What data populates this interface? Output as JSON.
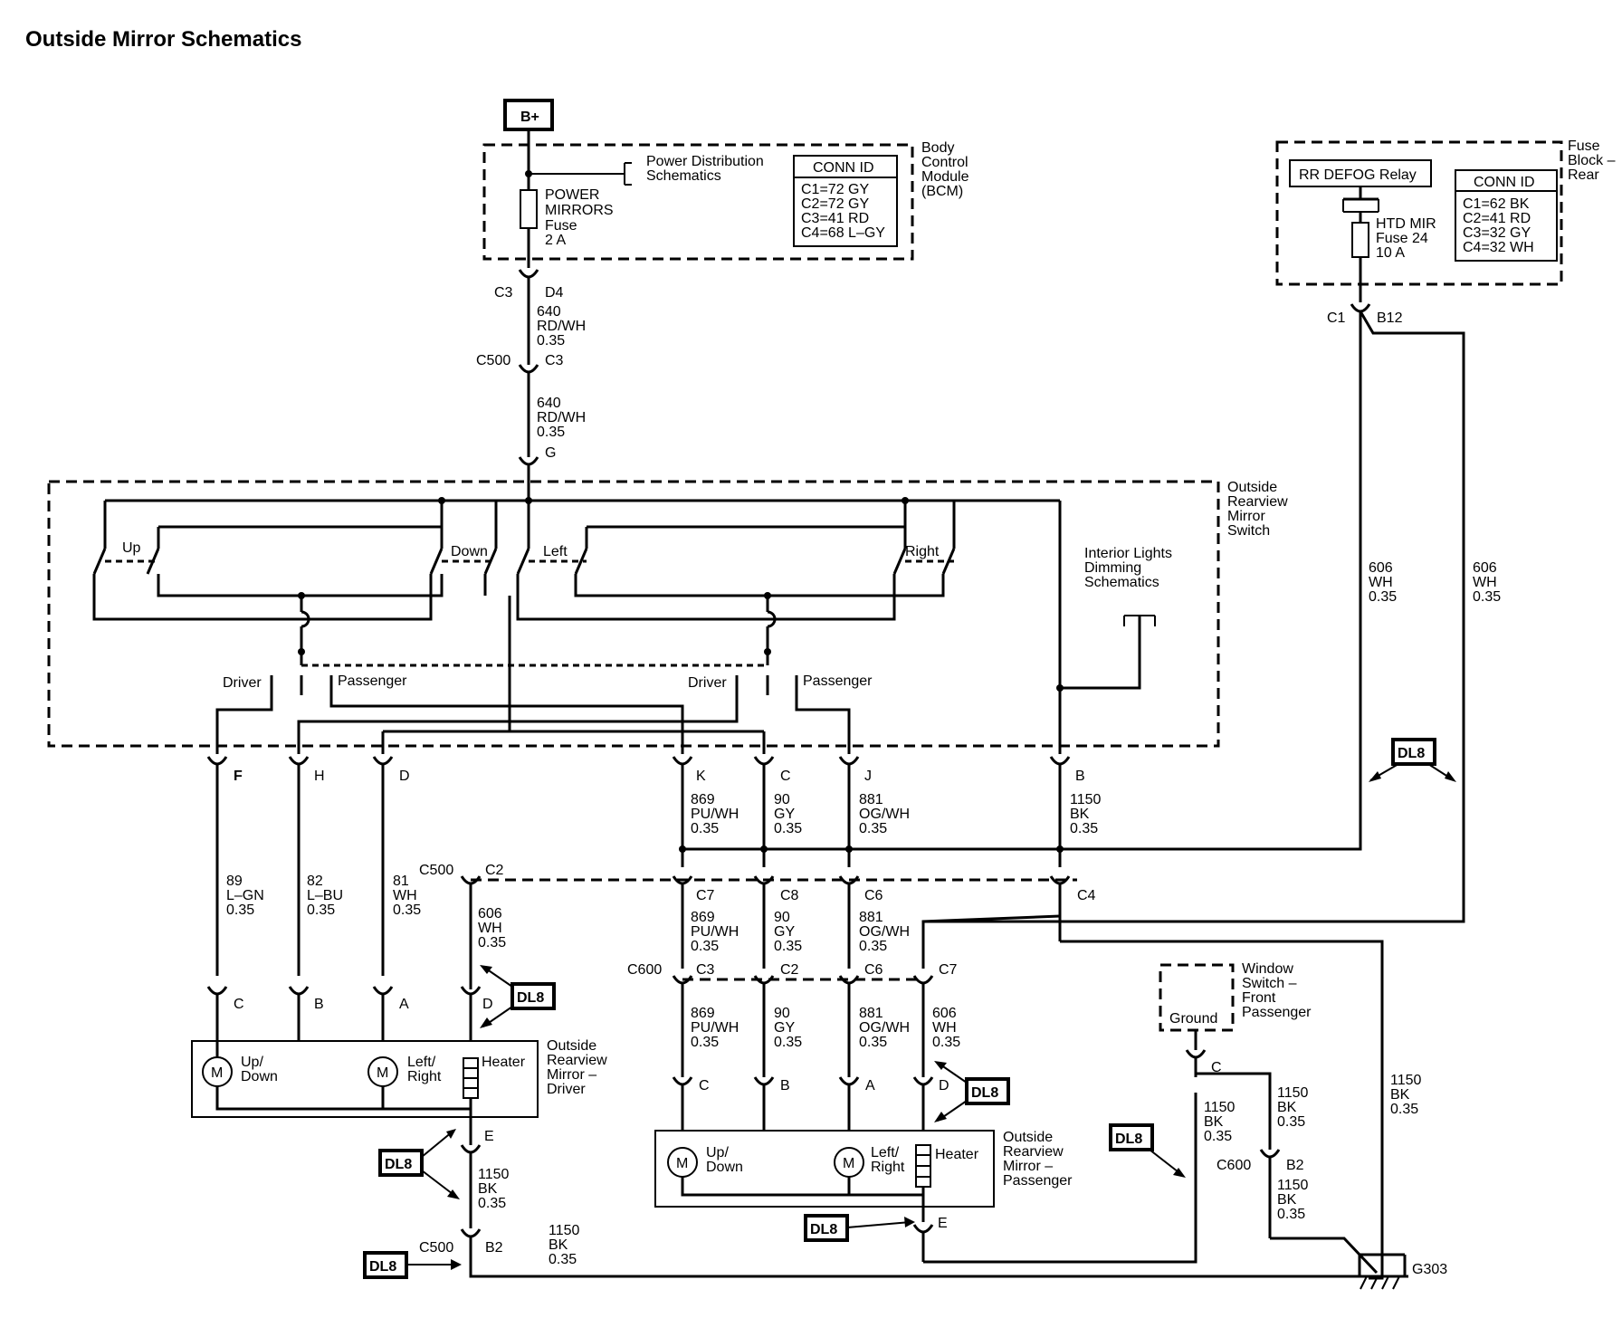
{
  "title": "Outside Mirror Schematics",
  "power": {
    "label": "B+"
  },
  "bcm": {
    "pds_label": [
      "Power Distribution",
      "Schematics"
    ],
    "fuse_label": [
      "POWER",
      "MIRRORS",
      "Fuse",
      "2 A"
    ],
    "conn_id_title": "CONN ID",
    "conn_ids": [
      "C1=72 GY",
      "C2=72 GY",
      "C3=41 RD",
      "C4=68 L–GY"
    ],
    "module_label": [
      "Body",
      "Control",
      "Module",
      "(BCM)"
    ]
  },
  "fuse_block": {
    "relay_label": "RR DEFOG Relay",
    "fuse_label": [
      "HTD MIR",
      "Fuse 24",
      "10 A"
    ],
    "conn_id_title": "CONN ID",
    "conn_ids": [
      "C1=62 BK",
      "C2=41 RD",
      "C3=32 GY",
      "C4=32 WH"
    ],
    "block_label": [
      "Fuse",
      "Block –",
      "Rear"
    ]
  },
  "connectors": {
    "c3": "C3",
    "d4": "D4",
    "c500": "C500",
    "c3b": "C3",
    "g": "G",
    "c1": "C1",
    "b12": "B12",
    "f": "F",
    "h": "H",
    "d": "D",
    "k": "K",
    "c": "C",
    "j": "J",
    "b": "B",
    "c500b": "C500",
    "c2": "C2",
    "c7": "C7",
    "c8": "C8",
    "c6": "C6",
    "c4": "C4",
    "c600": "C600",
    "c3c": "C3",
    "c2b": "C2",
    "c6b": "C6",
    "c7b": "C7",
    "drv_c": "C",
    "drv_b": "B",
    "drv_a": "A",
    "drv_d": "D",
    "drv_e": "E",
    "c500c": "C500",
    "b2": "B2",
    "pas_c": "C",
    "pas_b": "B",
    "pas_a": "A",
    "pas_d": "D",
    "pas_e": "E",
    "ws_c": "C",
    "c600b": "C600",
    "b2b": "B2",
    "ground": "G303"
  },
  "wires": {
    "w640a": [
      "640",
      "RD/WH",
      "0.35"
    ],
    "w640b": [
      "640",
      "RD/WH",
      "0.35"
    ],
    "w606r1": [
      "606",
      "WH",
      "0.35"
    ],
    "w606r2": [
      "606",
      "WH",
      "0.35"
    ],
    "w869a": [
      "869",
      "PU/WH",
      "0.35"
    ],
    "w90a": [
      "90",
      "GY",
      "0.35"
    ],
    "w881a": [
      "881",
      "OG/WH",
      "0.35"
    ],
    "w1150a": [
      "1150",
      "BK",
      "0.35"
    ],
    "w89": [
      "89",
      "L–GN",
      "0.35"
    ],
    "w82": [
      "82",
      "L–BU",
      "0.35"
    ],
    "w81": [
      "81",
      "WH",
      "0.35"
    ],
    "w606d": [
      "606",
      "WH",
      "0.35"
    ],
    "w869b": [
      "869",
      "PU/WH",
      "0.35"
    ],
    "w90b": [
      "90",
      "GY",
      "0.35"
    ],
    "w881b": [
      "881",
      "OG/WH",
      "0.35"
    ],
    "w869c": [
      "869",
      "PU/WH",
      "0.35"
    ],
    "w90c": [
      "90",
      "GY",
      "0.35"
    ],
    "w881c": [
      "881",
      "OG/WH",
      "0.35"
    ],
    "w606p": [
      "606",
      "WH",
      "0.35"
    ],
    "w1150d": [
      "1150",
      "BK",
      "0.35"
    ],
    "w1150b2": [
      "1150",
      "BK",
      "0.35"
    ],
    "w1150ws": [
      "1150",
      "BK",
      "0.35"
    ],
    "w1150ws2": [
      "1150",
      "BK",
      "0.35"
    ],
    "w1150ws3": [
      "1150",
      "BK",
      "0.35"
    ],
    "w1150r": [
      "1150",
      "BK",
      "0.35"
    ]
  },
  "switch": {
    "label": [
      "Outside",
      "Rearview",
      "Mirror",
      "Switch"
    ],
    "up": "Up",
    "down": "Down",
    "left": "Left",
    "right": "Right",
    "driver": "Driver",
    "passenger": "Passenger",
    "driver2": "Driver",
    "passenger2": "Passenger",
    "ild_label": [
      "Interior Lights",
      "Dimming",
      "Schematics"
    ]
  },
  "mirror_driver": {
    "updown": [
      "Up/",
      "Down"
    ],
    "leftright": [
      "Left/",
      "Right"
    ],
    "heater": "Heater",
    "motor": "M",
    "motor2": "M",
    "label": [
      "Outside",
      "Rearview",
      "Mirror –",
      "Driver"
    ]
  },
  "mirror_passenger": {
    "updown": [
      "Up/",
      "Down"
    ],
    "leftright": [
      "Left/",
      "Right"
    ],
    "heater": "Heater",
    "motor": "M",
    "motor2": "M",
    "label": [
      "Outside",
      "Rearview",
      "Mirror –",
      "Passenger"
    ]
  },
  "window_switch": {
    "ground": "Ground",
    "label": [
      "Window",
      "Switch –",
      "Front",
      "Passenger"
    ]
  },
  "dl8": "DL8"
}
